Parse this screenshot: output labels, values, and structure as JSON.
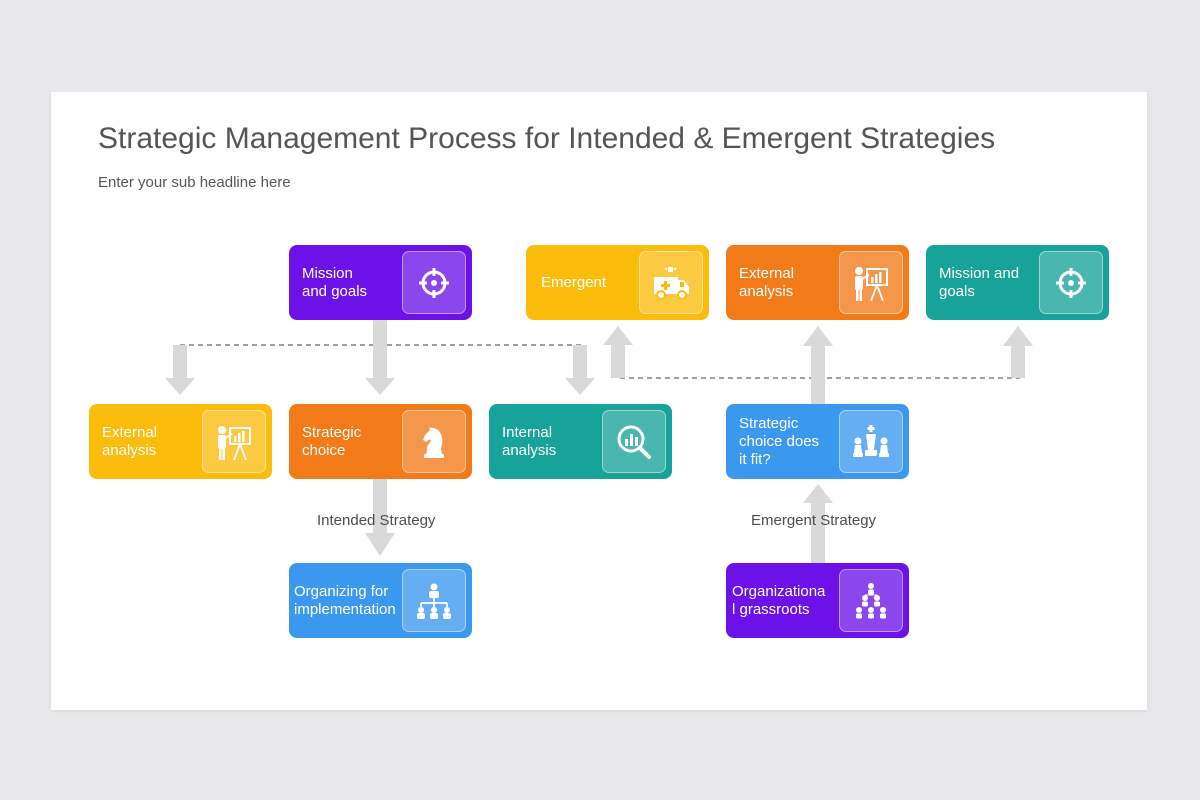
{
  "header": {
    "title": "Strategic Management Process for Intended & Emergent Strategies",
    "subtitle": "Enter your sub headline here"
  },
  "colors": {
    "purple": "#6c12e8",
    "yellow": "#fcbc0b",
    "orange": "#f27a18",
    "teal": "#17a399",
    "blue": "#3b98ef",
    "arrow": "#d9d9d9"
  },
  "boxes": {
    "mission_goals_left": {
      "label": "Mission\nand goals",
      "icon": "target-icon"
    },
    "external_analysis_left": {
      "label": "External\nanalysis",
      "icon": "presenter-chart-icon"
    },
    "strategic_choice": {
      "label": "Strategic\nchoice",
      "icon": "chess-knight-icon"
    },
    "internal_analysis": {
      "label": "Internal\nanalysis",
      "icon": "magnifier-chart-icon"
    },
    "organizing_implementation": {
      "label": "Organizing for\nimplementation",
      "icon": "org-chart-icon"
    },
    "emergent": {
      "label": "Emergent",
      "icon": "ambulance-icon"
    },
    "external_analysis_right": {
      "label": "External\nanalysis",
      "icon": "presenter-chart-icon"
    },
    "mission_goals_right": {
      "label": "Mission and\ngoals",
      "icon": "target-icon"
    },
    "strategic_choice_fit": {
      "label": "Strategic\nchoice does\nit fit?",
      "icon": "chess-pieces-icon"
    },
    "organizational_grassroots": {
      "label": "Organizationa\nl grassroots",
      "icon": "people-pyramid-icon"
    }
  },
  "captions": {
    "intended": "Intended Strategy",
    "emergent": "Emergent Strategy"
  }
}
